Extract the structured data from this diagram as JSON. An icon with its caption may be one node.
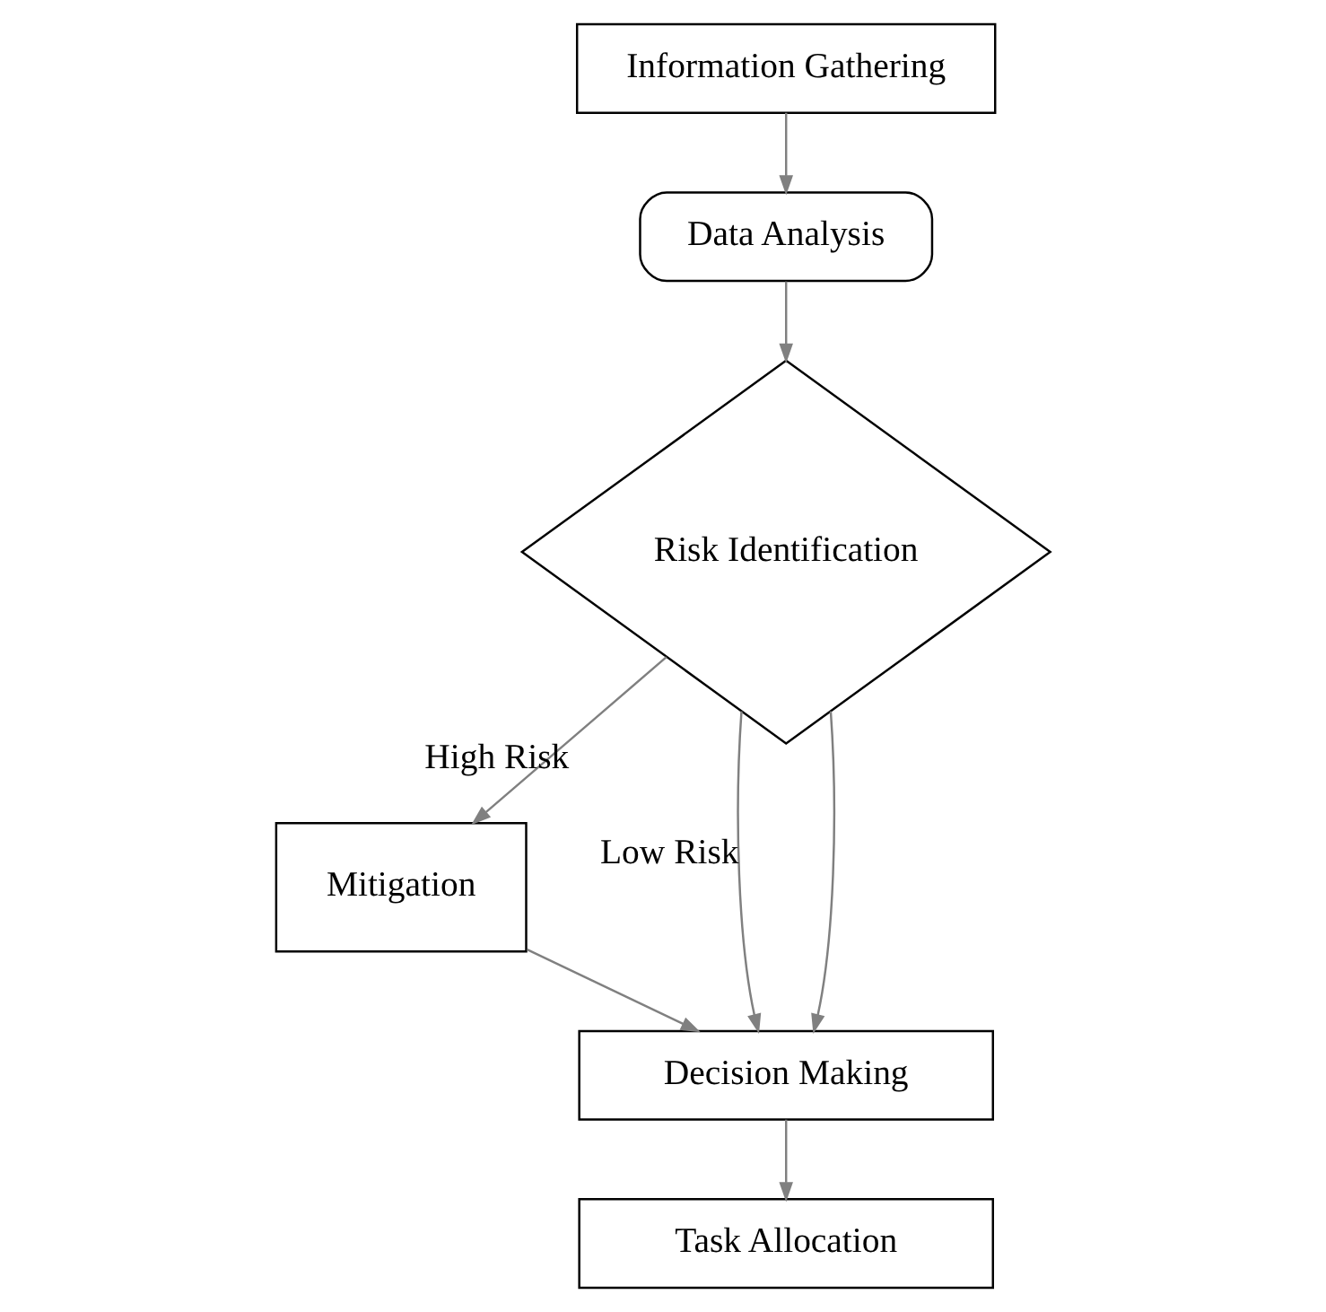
{
  "diagram": {
    "nodes": [
      {
        "text": [
          "Information Gathering"
        ]
      },
      {
        "text": [
          "Data Analysis"
        ]
      },
      {
        "text": [
          "Risk Identification"
        ]
      },
      {
        "text": [
          "Mitigation"
        ]
      },
      {
        "text": [
          "Decision Making"
        ]
      },
      {
        "text": [
          "Task Allocation"
        ]
      }
    ],
    "edges": [
      {
        "from": 0,
        "to": 1,
        "arrow": "to"
      },
      {
        "from": 1,
        "to": 2,
        "arrow": "to"
      },
      {
        "from": 2,
        "to": 3,
        "arrow": "to",
        "label": "High Risk"
      },
      {
        "from": 2,
        "to": 4,
        "arrow": "to",
        "label": "Low Risk"
      },
      {
        "from": 2,
        "to": 4,
        "arrow": "to"
      },
      {
        "from": 3,
        "to": 4,
        "arrow": "to"
      },
      {
        "from": 4,
        "to": 5,
        "arrow": "to"
      }
    ]
  }
}
